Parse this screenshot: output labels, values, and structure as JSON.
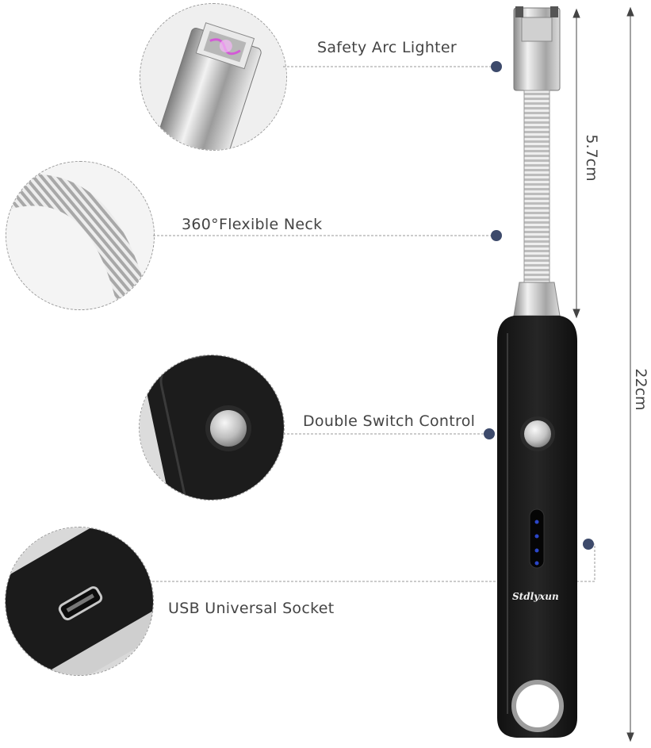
{
  "callouts": {
    "arc": "Safety Arc Lighter",
    "neck": "360°Flexible Neck",
    "switch": "Double Switch Control",
    "usb": "USB Universal Socket"
  },
  "dimensions": {
    "neck_length": "5.7cm",
    "total_length": "22cm"
  },
  "brand": "Stdlyxun",
  "colors": {
    "body": "#1b1b1b",
    "metal": "#c9c9c9",
    "dot": "#3d4a6b",
    "led": "#2b46c9"
  }
}
